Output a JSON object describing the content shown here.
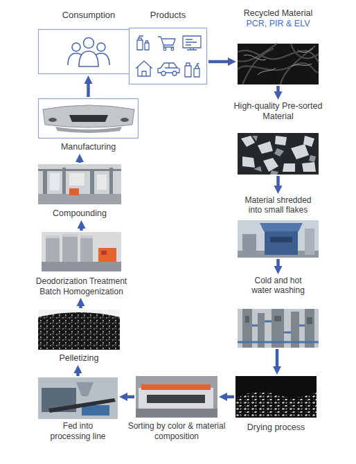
{
  "diagram": {
    "nodes": [
      {
        "text": [
          "Consumption"
        ]
      },
      {
        "text": [
          "Products"
        ]
      },
      {
        "text": [
          "Recycled Material",
          "PCR, PIR & ELV"
        ]
      },
      {
        "text": [
          "Manufacturing"
        ]
      },
      {
        "text": [
          "High-quality Pre-sorted Material"
        ]
      },
      {
        "text": [
          "Compounding"
        ]
      },
      {
        "text": [
          "Material shredded into small flakes"
        ]
      },
      {
        "text": [
          "Deodorization Treatment Batch Homogenization"
        ]
      },
      {
        "text": [
          "Cold and hot water washing"
        ]
      },
      {
        "text": [
          "Pelletizing"
        ]
      },
      {
        "text": [
          "Fed into processing line"
        ]
      },
      {
        "text": [
          "Sorting by color & material composition"
        ]
      },
      {
        "text": [
          "Drying process"
        ]
      }
    ],
    "edges": [
      {
        "from": 1,
        "to": 2,
        "arrow": "to"
      },
      {
        "from": 2,
        "to": 4,
        "arrow": "to"
      },
      {
        "from": 4,
        "to": 6,
        "arrow": "to"
      },
      {
        "from": 6,
        "to": 8,
        "arrow": "to"
      },
      {
        "from": 8,
        "to": 12,
        "arrow": "to"
      },
      {
        "from": 12,
        "to": 11,
        "arrow": "to"
      },
      {
        "from": 11,
        "to": 10,
        "arrow": "to"
      },
      {
        "from": 10,
        "to": 9,
        "arrow": "to"
      },
      {
        "from": 9,
        "to": 7,
        "arrow": "to"
      },
      {
        "from": 7,
        "to": 5,
        "arrow": "to"
      },
      {
        "from": 5,
        "to": 3,
        "arrow": "to"
      },
      {
        "from": 3,
        "to": 0,
        "arrow": "to"
      }
    ]
  }
}
